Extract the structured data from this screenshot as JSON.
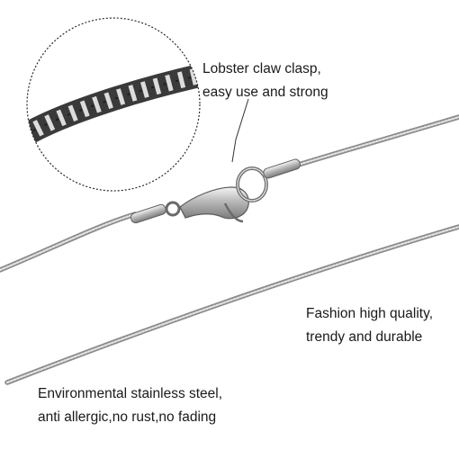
{
  "captions": {
    "clasp": {
      "line1": "Lobster claw clasp,",
      "line2": "easy use and strong"
    },
    "fashion": {
      "line1": "Fashion high quality,",
      "line2": "trendy and durable"
    },
    "steel": {
      "line1": "Environmental stainless steel,",
      "line2": "anti allergic,no rust,no fading"
    }
  },
  "colors": {
    "background": "#ffffff",
    "chain_light": "#d8d8d8",
    "chain_dark": "#6e6e6e",
    "text": "#1a1a1a"
  }
}
